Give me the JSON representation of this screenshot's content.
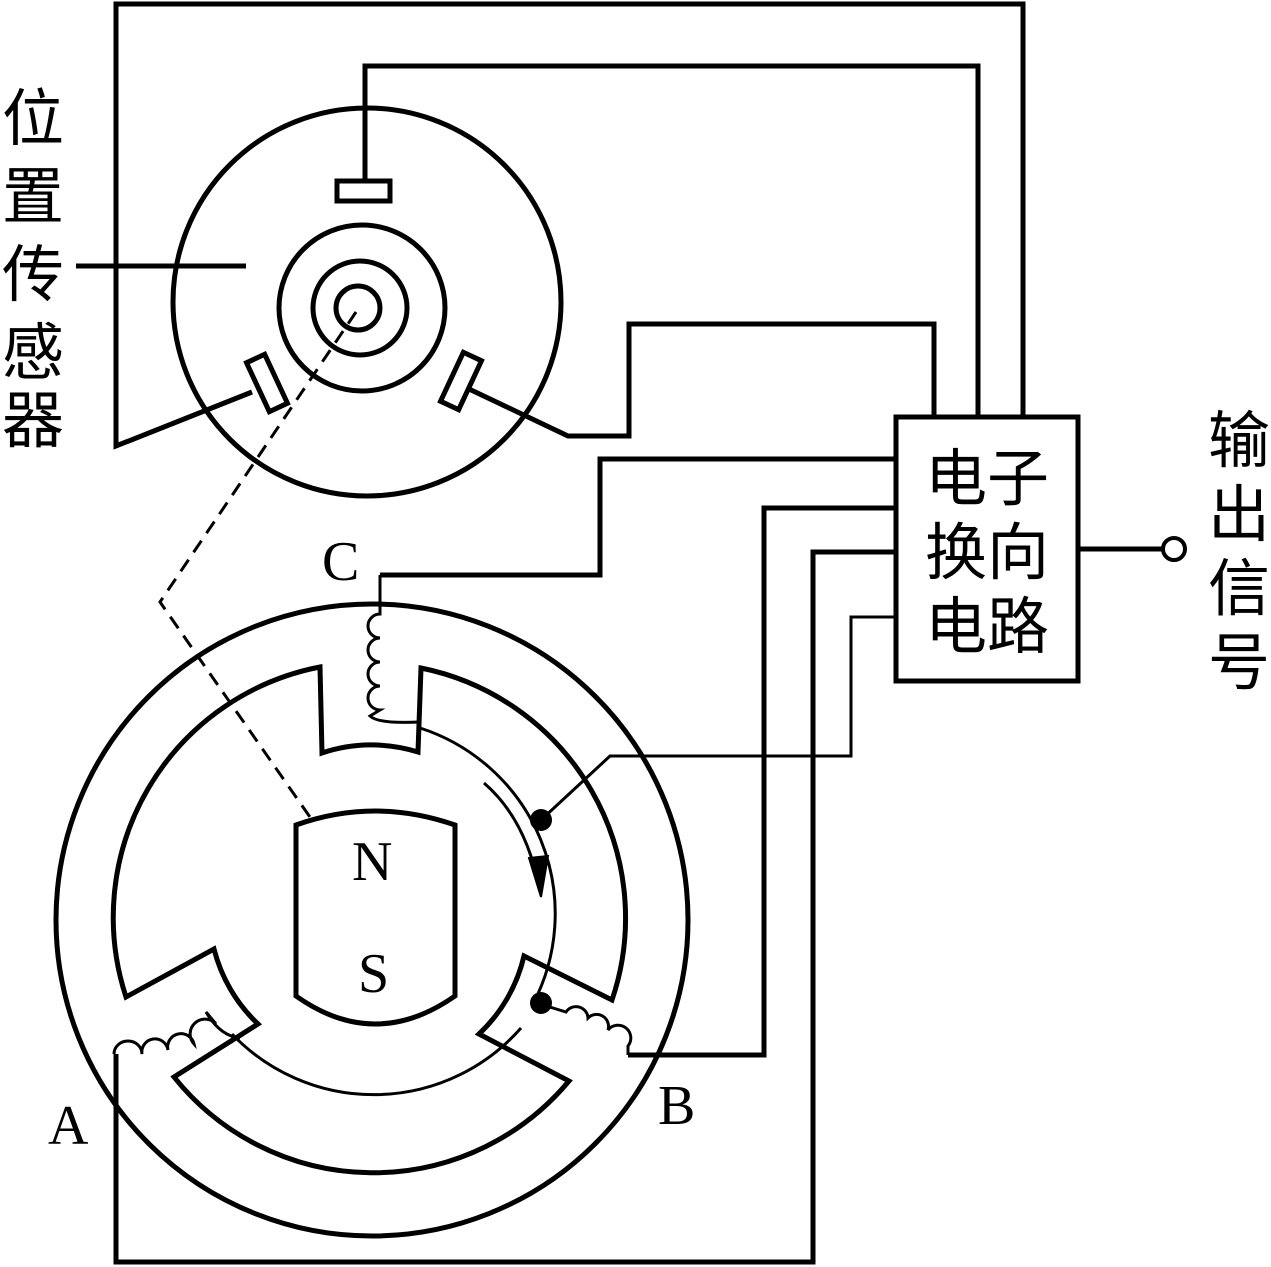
{
  "labels": {
    "sensor": [
      "位",
      "置",
      "传",
      "感",
      "器"
    ],
    "commutator": [
      "电子",
      "换向",
      "电路"
    ],
    "output": [
      "输",
      "出",
      "信",
      "号"
    ],
    "phase_a": "A",
    "phase_b": "B",
    "phase_c": "C",
    "north": "N",
    "south": "S"
  }
}
